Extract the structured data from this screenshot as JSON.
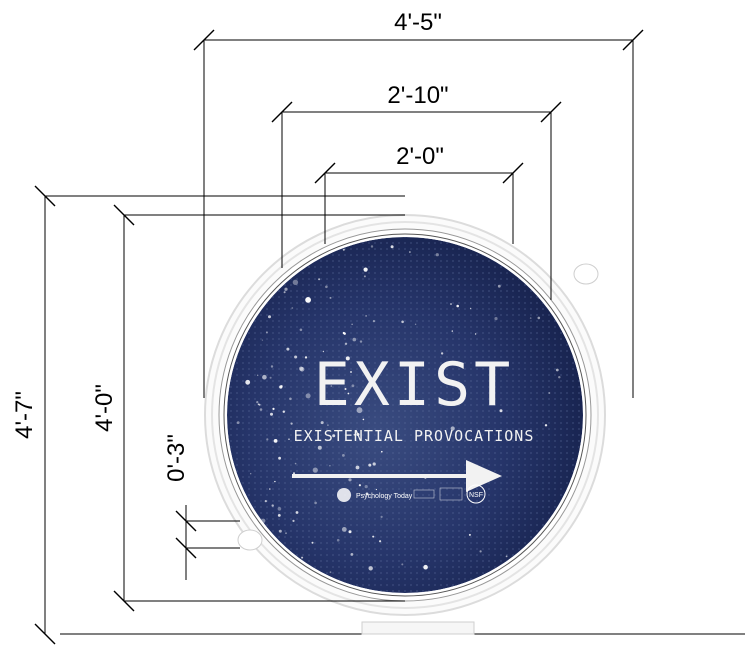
{
  "dimensions": {
    "outer_width": "4'-5\"",
    "middle_width": "2'-10\"",
    "inner_width": "2'-0\"",
    "total_height": "4'-7\"",
    "sign_height": "4'-0\"",
    "small_offset": "0'-3\""
  },
  "sign": {
    "title": "EXIST",
    "subtitle": "EXISTENTIAL PROVOCATIONS",
    "sponsor_logos": [
      "Psychology Today",
      "NSF"
    ]
  },
  "colors": {
    "sign_background": "#22305a",
    "sign_edge": "#2c3e70",
    "text": "#f2f2f2",
    "frame": "#e6e6e6",
    "lines": "#000000"
  },
  "icons": {
    "arrow": "arrow-right-icon"
  }
}
